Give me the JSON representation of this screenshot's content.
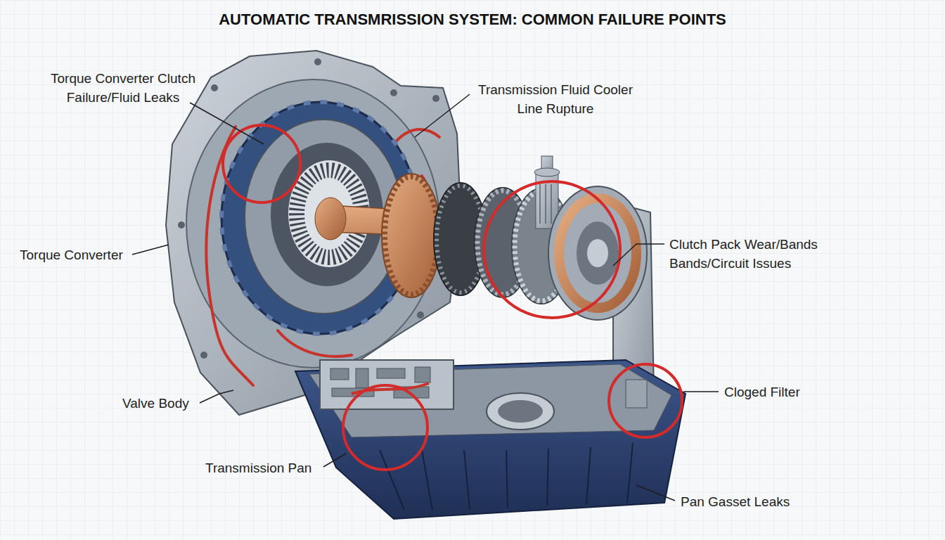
{
  "diagram": {
    "title": "AUTOMATIC TRANSMRISSION SYSTEM: COMMON FAILURE POINTS",
    "labels": [
      "Torque Converter Clutch Failure/Fluid Leaks",
      "Transmission Fluid Cooler Line Rupture",
      "Torque Converter",
      "Clutch Pack Wear/Bands Bands/Circuit Issues",
      "Cloged Filter",
      "Valve Body",
      "Transmission Pan",
      "Pan Gasset Leaks"
    ]
  }
}
